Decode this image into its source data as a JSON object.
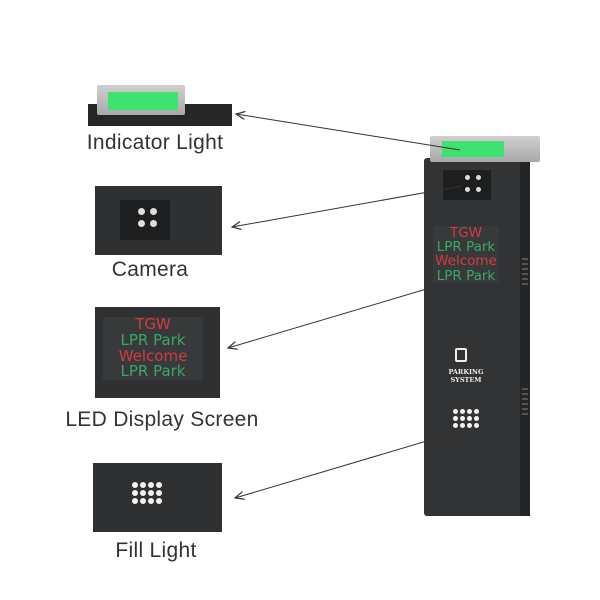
{
  "labels": {
    "indicator": "Indicator Light",
    "camera": "Camera",
    "led": "LED Display Screen",
    "fill": "Fill Light"
  },
  "display": {
    "line1": "TGW",
    "line2": "LPR Park",
    "line3": "Welcome",
    "line4": "LPR Park"
  },
  "brand": {
    "text": "PARKING SYSTEM"
  },
  "colors": {
    "green": "#3ee36f",
    "red": "#d63a3c",
    "led_green": "#3aa76a",
    "body": "#2f3032"
  }
}
